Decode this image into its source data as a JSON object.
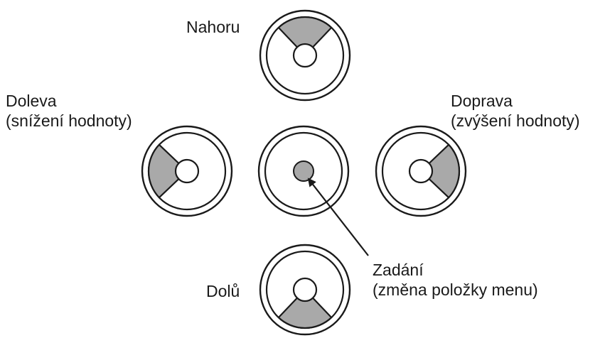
{
  "labels": {
    "up": "Nahoru",
    "left_line1": "Doleva",
    "left_line2": "(snížení hodnoty)",
    "right_line1": "Doprava",
    "right_line2": "(zvýšení hodnoty)",
    "down": "Dolů",
    "enter_line1": "Zadání",
    "enter_line2": "(změna položky menu)"
  },
  "colors": {
    "highlight": "#a9a9a9",
    "outline": "#1a1a1a"
  }
}
